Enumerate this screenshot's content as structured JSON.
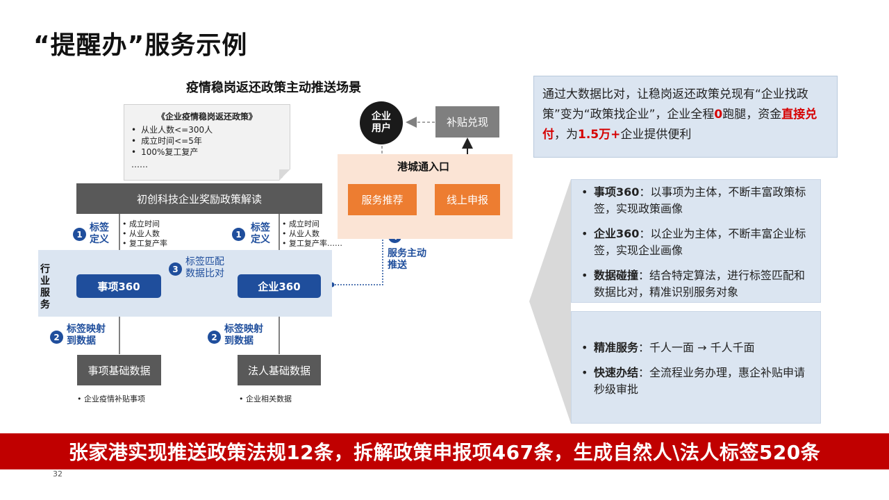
{
  "page": {
    "title": "“提醒办”服务示例",
    "page_number": "32",
    "bottom_banner": "张家港实现推送政策法规12条，拆解政策申报项467条，生成自然人\\法人标签520条"
  },
  "diagram": {
    "scene_title": "疫情稳岗返还政策主动推送场景",
    "policy_doc": {
      "title": "《企业疫情稳岗返还政策》",
      "items": [
        "从业人数<=300人",
        "成立时间<=5年",
        "100%复工复产"
      ],
      "more": "……"
    },
    "policy_banner": "初创科技企业奖励政策解读",
    "industry_label": "行业服务",
    "step1_label_line1": "标签",
    "step1_label_line2": "定义",
    "step1_num": "1",
    "left_tags": [
      "成立时间",
      "从业人数",
      "复工复产率",
      "……"
    ],
    "right_tags": [
      "成立时间",
      "从业人数",
      "复工复产率……"
    ],
    "step3_num": "3",
    "step3_line1": "标签匹配",
    "step3_line2": "数据比对",
    "matter360": "事项360",
    "enterprise360": "企业360",
    "step2_num": "2",
    "step2_line1": "标签映射",
    "step2_line2": "到数据",
    "matter_data": "事项基础数据",
    "legal_data": "法人基础数据",
    "matter_note": "企业疫情补贴事项",
    "legal_note": "企业相关数据",
    "step4_num": "4",
    "step4_line1": "服务主动",
    "step4_line2": "推送",
    "user_line1": "企业",
    "user_line2": "用户",
    "subsidy": "补贴兑现",
    "entry_title": "港城通入口",
    "service_recommend": "服务推荐",
    "online_apply": "线上申报"
  },
  "info": {
    "p1": "通过大数据比对，让稳岗返还政策兑现有“企业找政策”变为“政策找企业”，企业全程",
    "zero": "0",
    "p2": "跑腿，资金",
    "direct": "直接兑付",
    "p3": "，为",
    "amount": "1.5万+",
    "p4": "企业提供便利"
  },
  "features": {
    "box1": [
      {
        "bold": "事项360",
        "text": "：以事项为主体，不断丰富政策标签，实现政策画像"
      },
      {
        "bold": "企业360",
        "text": "：以企业为主体，不断丰富企业标签，实现企业画像"
      },
      {
        "bold": "数据碰撞",
        "text": "：结合特定算法，进行标签匹配和数据比对，精准识别服务对象"
      }
    ],
    "box2": [
      {
        "bold": "精准服务",
        "text": "：千人一面 → 千人千面"
      },
      {
        "bold": "快速办结",
        "text": "：全流程业务办理，惠企补贴申请秒级审批"
      }
    ]
  },
  "colors": {
    "accent_blue": "#1f4e9c",
    "accent_orange": "#ed7d31",
    "banner_red": "#c00000",
    "highlight_red": "#d60000"
  }
}
